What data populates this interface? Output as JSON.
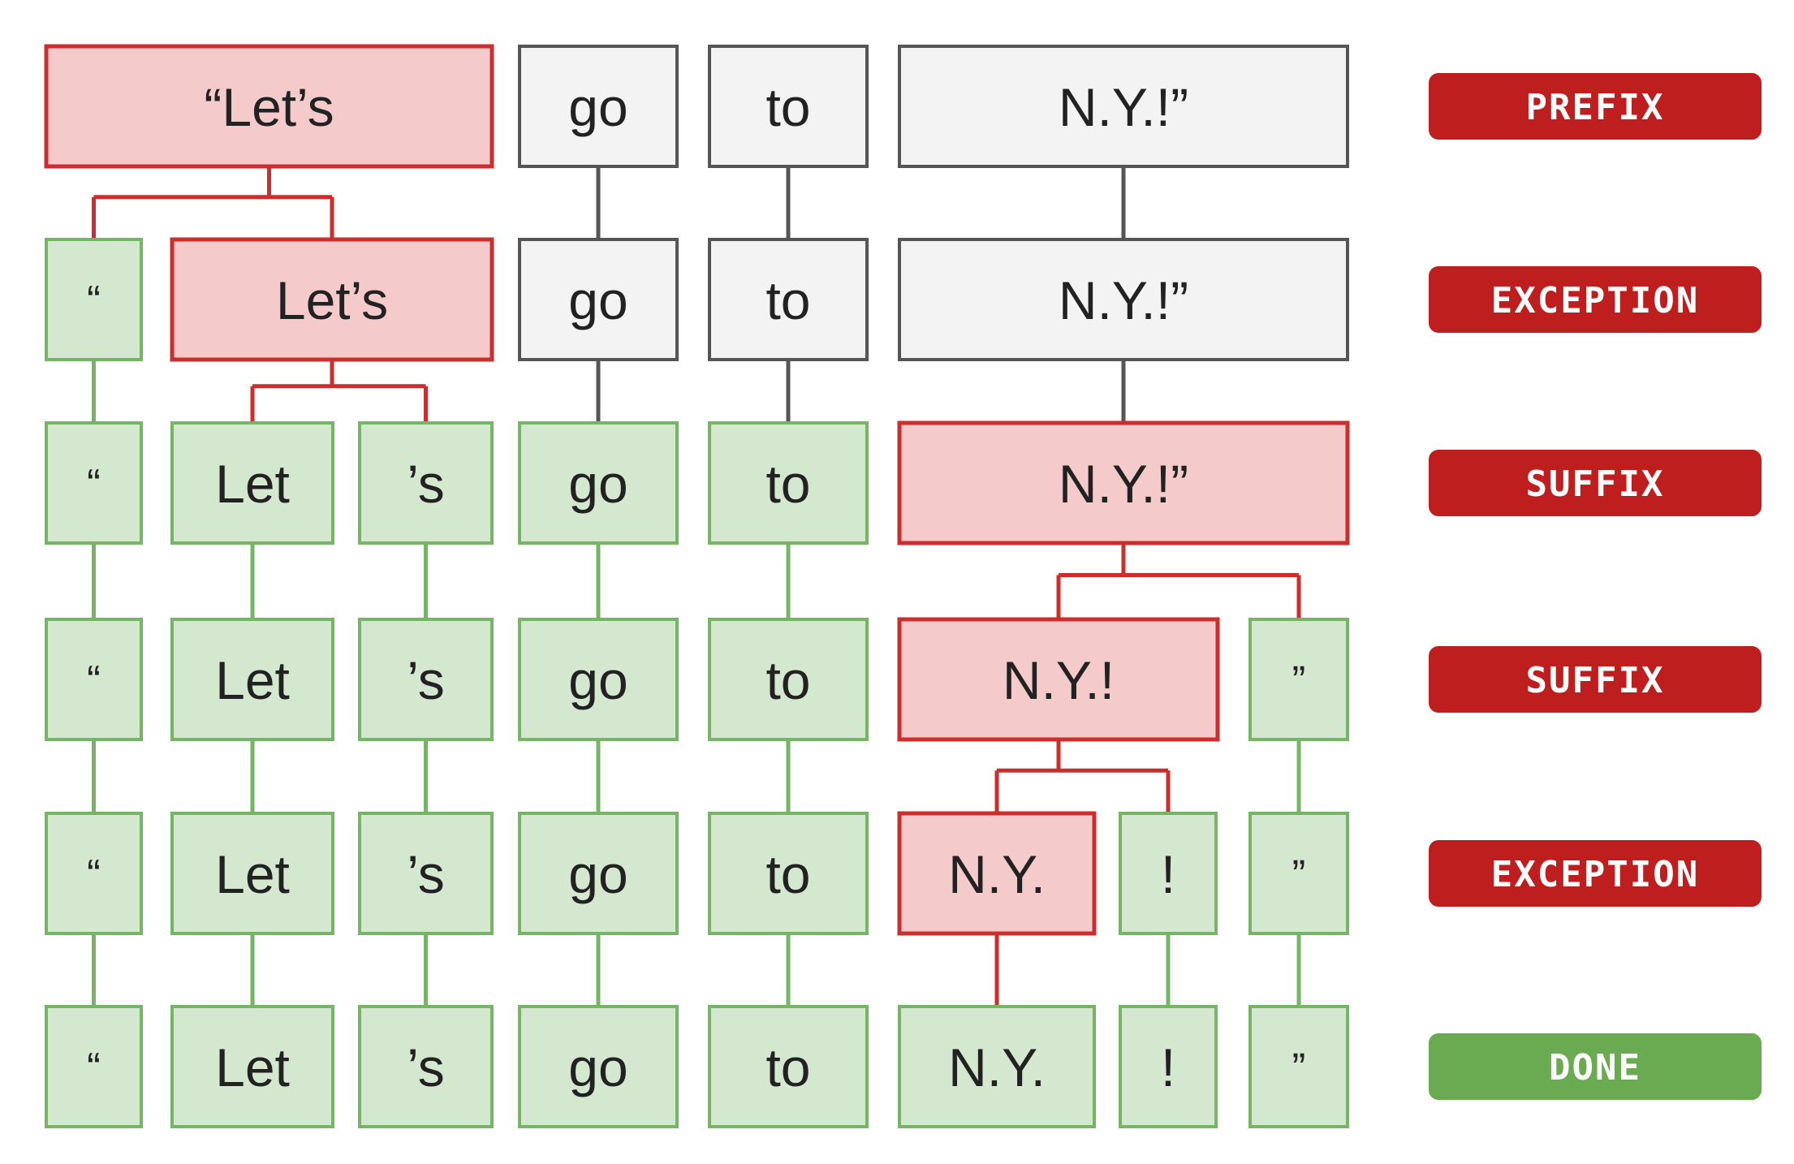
{
  "colors": {
    "green_fill": "#d4e7cf",
    "green_stroke": "#76b466",
    "red_fill": "#f5caca",
    "red_stroke": "#cc2e2e",
    "grey_fill": "#f3f3f3",
    "grey_stroke": "#555555",
    "badge_red": "#bf1e1e",
    "badge_green": "#6aab52"
  },
  "steps": [
    {
      "label": "PREFIX",
      "status": "active",
      "tokens": [
        {
          "text": "“Let’s",
          "state": "active"
        },
        {
          "text": "go",
          "state": "pending"
        },
        {
          "text": "to",
          "state": "pending"
        },
        {
          "text": "N.Y.!”",
          "state": "pending"
        }
      ]
    },
    {
      "label": "EXCEPTION",
      "status": "active",
      "tokens": [
        {
          "text": "“",
          "state": "done"
        },
        {
          "text": "Let’s",
          "state": "active"
        },
        {
          "text": "go",
          "state": "pending"
        },
        {
          "text": "to",
          "state": "pending"
        },
        {
          "text": "N.Y.!”",
          "state": "pending"
        }
      ]
    },
    {
      "label": "SUFFIX",
      "status": "active",
      "tokens": [
        {
          "text": "“",
          "state": "done"
        },
        {
          "text": "Let",
          "state": "done"
        },
        {
          "text": "’s",
          "state": "done"
        },
        {
          "text": "go",
          "state": "done"
        },
        {
          "text": "to",
          "state": "done"
        },
        {
          "text": "N.Y.!”",
          "state": "active"
        }
      ]
    },
    {
      "label": "SUFFIX",
      "status": "active",
      "tokens": [
        {
          "text": "“",
          "state": "done"
        },
        {
          "text": "Let",
          "state": "done"
        },
        {
          "text": "’s",
          "state": "done"
        },
        {
          "text": "go",
          "state": "done"
        },
        {
          "text": "to",
          "state": "done"
        },
        {
          "text": "N.Y.!",
          "state": "active"
        },
        {
          "text": "”",
          "state": "done"
        }
      ]
    },
    {
      "label": "EXCEPTION",
      "status": "active",
      "tokens": [
        {
          "text": "“",
          "state": "done"
        },
        {
          "text": "Let",
          "state": "done"
        },
        {
          "text": "’s",
          "state": "done"
        },
        {
          "text": "go",
          "state": "done"
        },
        {
          "text": "to",
          "state": "done"
        },
        {
          "text": "N.Y.",
          "state": "active"
        },
        {
          "text": "!",
          "state": "done"
        },
        {
          "text": "”",
          "state": "done"
        }
      ]
    },
    {
      "label": "DONE",
      "status": "done",
      "tokens": [
        {
          "text": "“",
          "state": "done"
        },
        {
          "text": "Let",
          "state": "done"
        },
        {
          "text": "’s",
          "state": "done"
        },
        {
          "text": "go",
          "state": "done"
        },
        {
          "text": "to",
          "state": "done"
        },
        {
          "text": "N.Y.",
          "state": "done"
        },
        {
          "text": "!",
          "state": "done"
        },
        {
          "text": "”",
          "state": "done"
        }
      ]
    }
  ]
}
